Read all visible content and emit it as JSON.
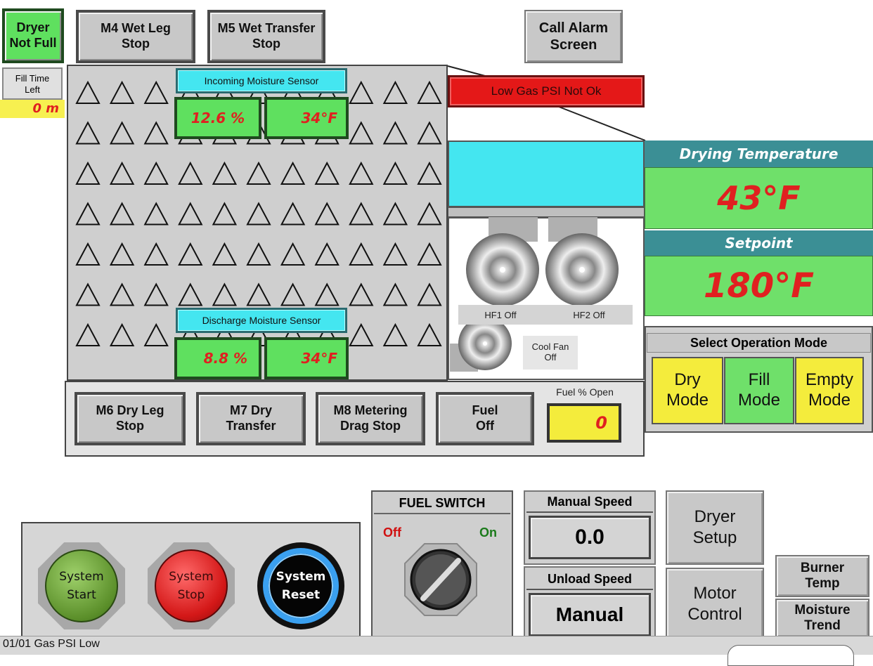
{
  "top_buttons": {
    "dryer_status": "Dryer\nNot Full",
    "m4": "M4 Wet Leg\nStop",
    "m5": "M5 Wet Transfer\nStop",
    "call_alarm": "Call Alarm\nScreen"
  },
  "fill_time": {
    "label": "Fill Time\nLeft",
    "value": "0 m"
  },
  "incoming_sensor": {
    "label": "Incoming Moisture Sensor",
    "moisture": "12.6 %",
    "temp": "34°F"
  },
  "discharge_sensor": {
    "label": "Discharge Moisture Sensor",
    "moisture": "8.8 %",
    "temp": "34°F"
  },
  "alarm_banner": "Low Gas PSI Not Ok",
  "fans": {
    "hf1": "HF1 Off",
    "hf2": "HF2 Off",
    "cool": "Cool Fan\nOff"
  },
  "drying": {
    "title": "Drying Temperature",
    "value": "43°F",
    "setpoint_label": "Setpoint",
    "setpoint_value": "180°F"
  },
  "operation_mode": {
    "title": "Select Operation Mode",
    "modes": [
      {
        "label": "Dry\nMode",
        "color": "#f4ec3c"
      },
      {
        "label": "Fill\nMode",
        "color": "#6fe06a"
      },
      {
        "label": "Empty\nMode",
        "color": "#f4ec3c"
      }
    ]
  },
  "bottom_buttons": {
    "m6": "M6 Dry Leg\nStop",
    "m7": "M7 Dry\nTransfer",
    "m8": "M8 Metering\nDrag Stop",
    "fuel": "Fuel\nOff",
    "fuel_open_label": "Fuel % Open",
    "fuel_open_value": "0"
  },
  "system": {
    "start": "System\nStart",
    "stop": "System\nStop",
    "reset": "System\nReset"
  },
  "fuel_switch": {
    "title": "FUEL SWITCH",
    "off": "Off",
    "on": "On"
  },
  "manual_speed": {
    "label": "Manual Speed",
    "value": "0.0"
  },
  "unload_speed": {
    "label": "Unload Speed",
    "value": "Manual"
  },
  "nav": {
    "dryer_setup": "Dryer\nSetup",
    "motor_control": "Motor\nControl",
    "burner_temp": "Burner\nTemp",
    "moisture_trend": "Moisture\nTrend"
  },
  "status_bar": "01/01 Gas PSI Low",
  "colors": {
    "alarm_red": "#e41818",
    "value_red": "#e02020",
    "cyan": "#44e6f0",
    "green": "#6fe06a",
    "yellow": "#f4ec3c",
    "teal": "#3b8f95"
  }
}
